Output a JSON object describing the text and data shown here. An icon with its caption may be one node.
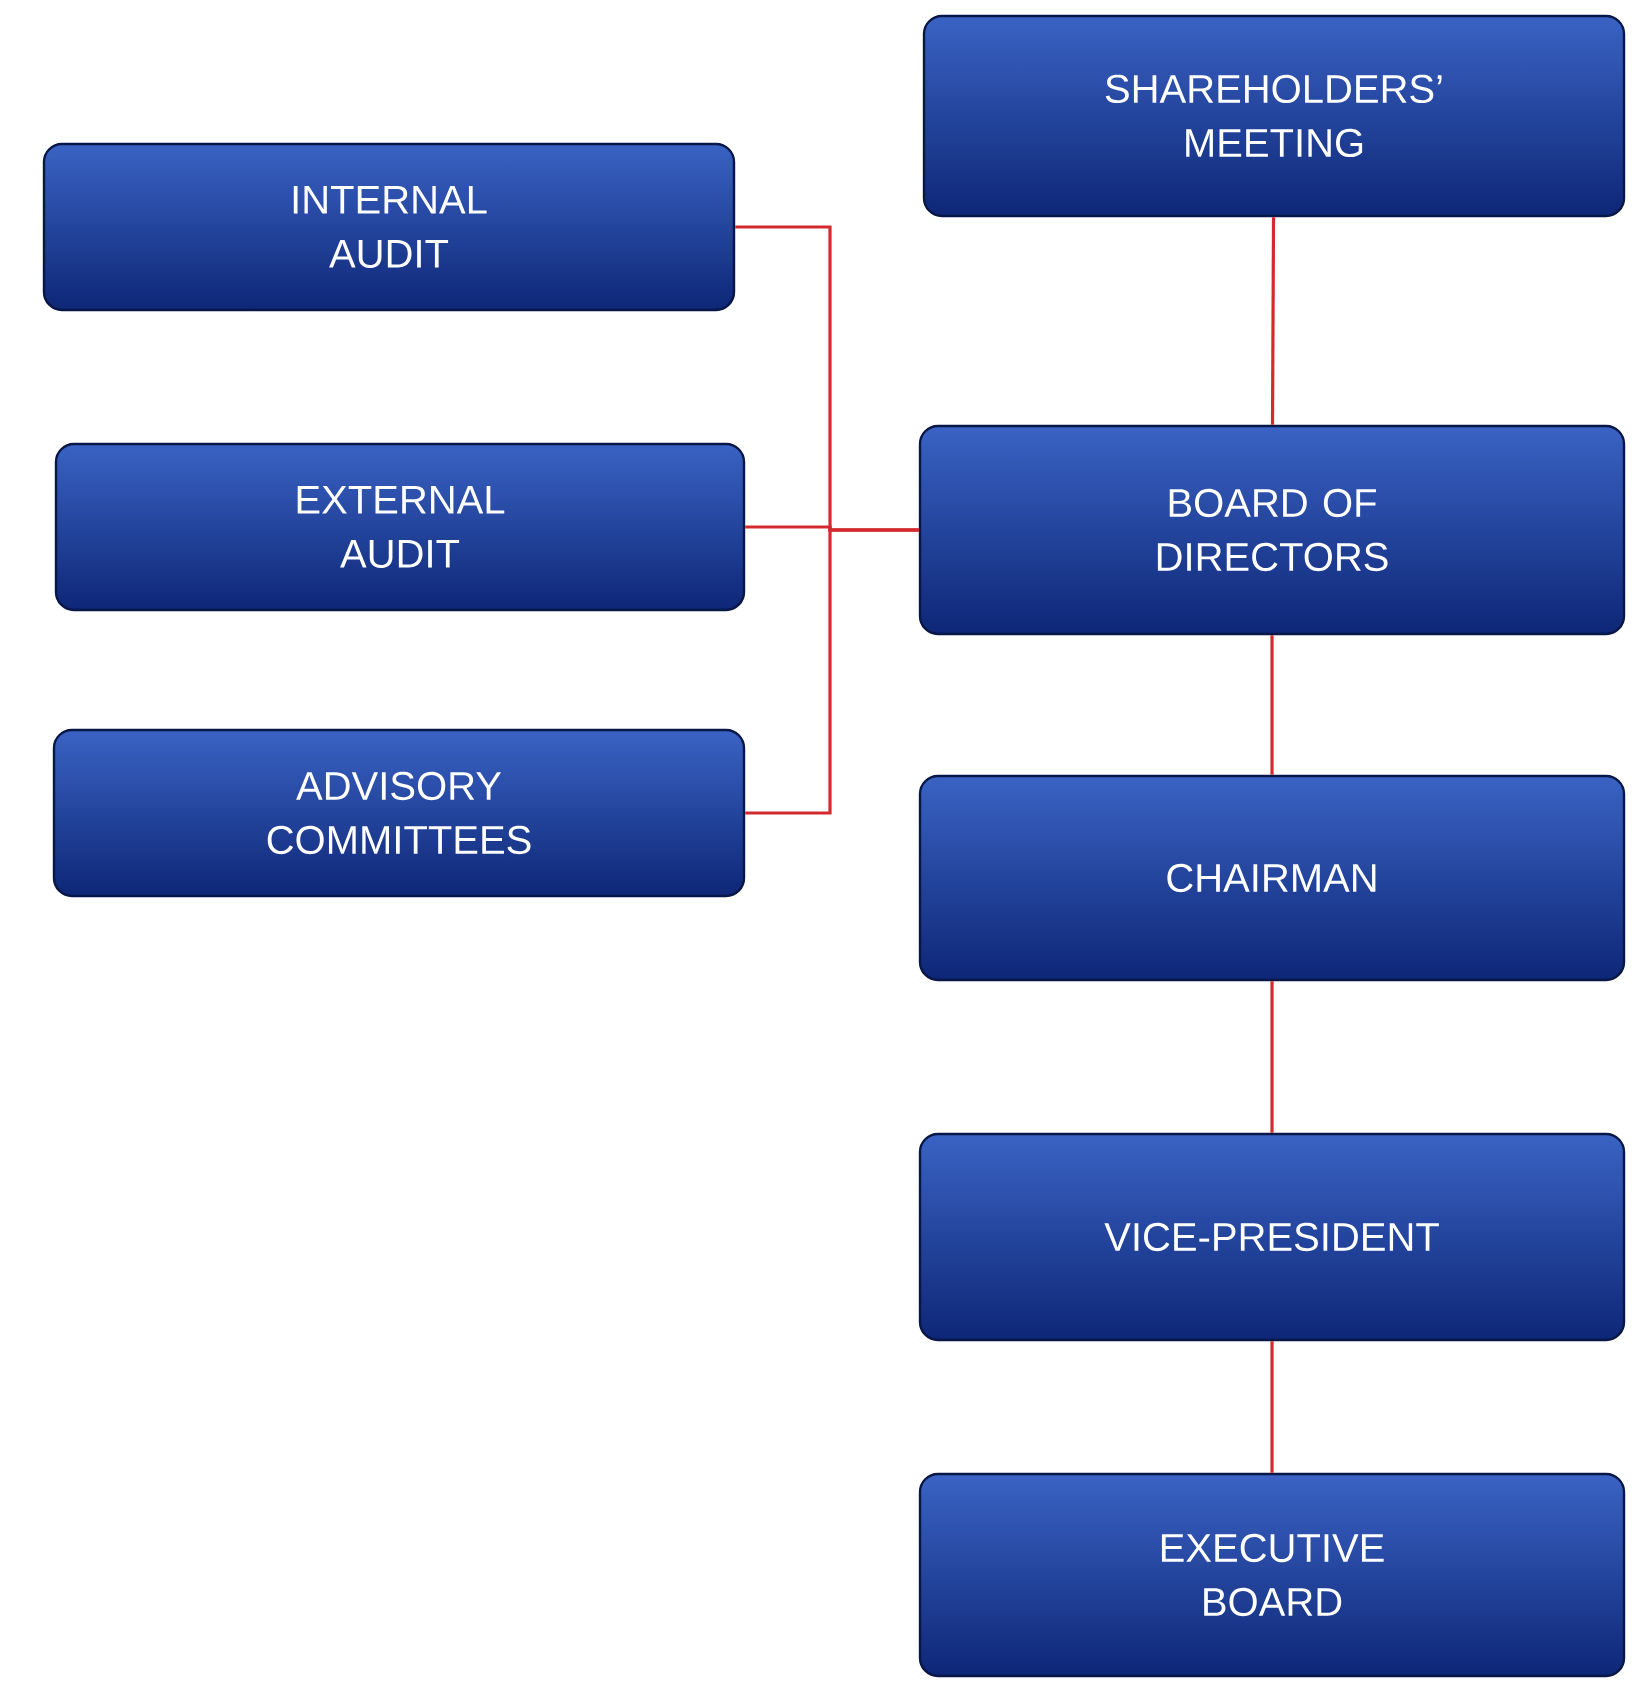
{
  "diagram": {
    "nodes": [
      {
        "text": [
          "SHAREHOLDERS’ MEETING"
        ]
      },
      {
        "text": [
          "INTERNAL AUDIT"
        ]
      },
      {
        "text": [
          "EXTERNAL AUDIT"
        ]
      },
      {
        "text": [
          "BOARD OF DIRECTORS"
        ]
      },
      {
        "text": [
          "ADVISORY COMMITTEES"
        ]
      },
      {
        "text": [
          "CHAIRMAN"
        ]
      },
      {
        "text": [
          "VICE-PRESIDENT"
        ]
      },
      {
        "text": [
          "EXECUTIVE BOARD"
        ]
      }
    ],
    "edges": [
      {
        "from": 0,
        "to": 3,
        "arrow": "none"
      },
      {
        "from": 1,
        "to": 3,
        "arrow": "none"
      },
      {
        "from": 2,
        "to": 3,
        "arrow": "none"
      },
      {
        "from": 4,
        "to": 3,
        "arrow": "none"
      },
      {
        "from": 3,
        "to": 5,
        "arrow": "none"
      },
      {
        "from": 5,
        "to": 6,
        "arrow": "none"
      },
      {
        "from": 6,
        "to": 7,
        "arrow": "none"
      }
    ]
  }
}
